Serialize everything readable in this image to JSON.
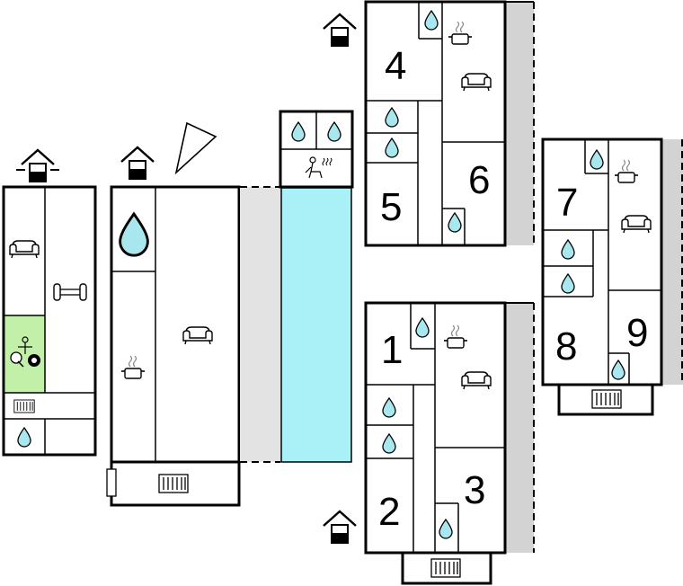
{
  "floor_plan": {
    "unit_numbers": [
      "1",
      "2",
      "3",
      "4",
      "5",
      "6",
      "7",
      "8",
      "9"
    ],
    "colors": {
      "pool": "#a9f0f7",
      "terrace": "#e3e3e3",
      "game_room": "#c2f0a8",
      "water_drop": "#a9e7ef",
      "wall": "#000000"
    },
    "icon_names": [
      "entrance-house-icon",
      "water-drop-icon",
      "sofa-icon",
      "cooking-pot-icon",
      "dumbbell-icon",
      "table-tennis-icon",
      "billiard-ball-icon",
      "sauna-icon",
      "radiator-icon",
      "compass-north-icon"
    ]
  }
}
